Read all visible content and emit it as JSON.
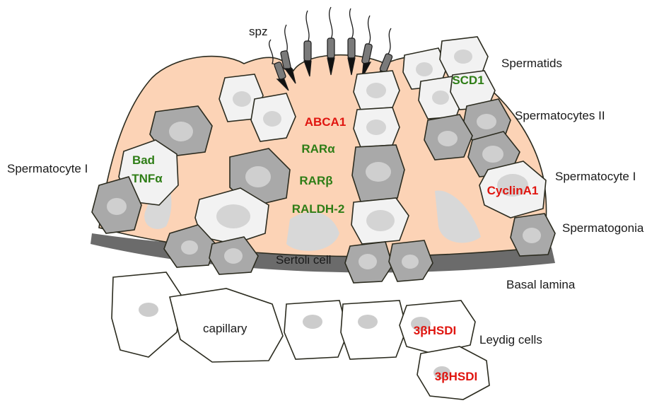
{
  "diagram": {
    "colors": {
      "tubule": "#fcd3b6",
      "basal_lamina": "#6b6b6b",
      "marker_green": "#2e7d16",
      "marker_red": "#e0150f"
    },
    "labels": {
      "spz": "spz",
      "spermatids": "Spermatids",
      "spermatocytes_ii": "Spermatocytes II",
      "spermatocyte_i_left": "Spermatocyte I",
      "spermatocyte_i_right": "Spermatocyte I",
      "spermatogonia": "Spermatogonia",
      "sertoli_cell": "Sertoli cell",
      "basal_lamina": "Basal lamina",
      "capillary": "capillary",
      "leydig_cells": "Leydig cells"
    },
    "markers": {
      "abca1": "ABCA1",
      "rar_alpha": "RARα",
      "rar_beta": "RARβ",
      "raldh2": "RALDH-2",
      "scd1": "SCD1",
      "bad": "Bad",
      "tnf_alpha": "TNFα",
      "cyclin_a1": "CyclinA1",
      "hsd_1": "3βHSDI",
      "hsd_2": "3βHSDI"
    }
  }
}
